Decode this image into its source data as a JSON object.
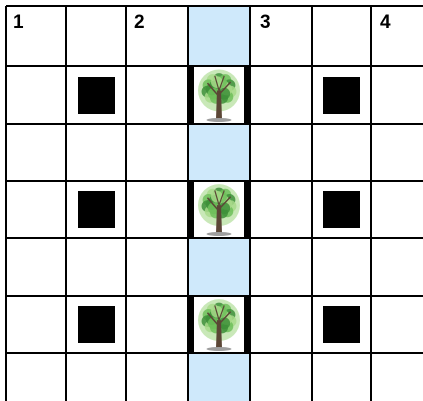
{
  "board": {
    "column_labels": [
      "1",
      "2",
      "3",
      "4"
    ],
    "rows": 7,
    "columns": 7,
    "shaded_column_color": "#cfe9fb",
    "tree_icon": "tree-icon",
    "block_color": "#000000",
    "black_blocks": [
      {
        "row": 2,
        "col": 2
      },
      {
        "row": 2,
        "col": 6
      },
      {
        "row": 4,
        "col": 2
      },
      {
        "row": 4,
        "col": 6
      },
      {
        "row": 6,
        "col": 2
      },
      {
        "row": 6,
        "col": 6
      }
    ],
    "trees": [
      {
        "row": 2,
        "col": 4
      },
      {
        "row": 4,
        "col": 4
      },
      {
        "row": 6,
        "col": 4
      }
    ]
  }
}
